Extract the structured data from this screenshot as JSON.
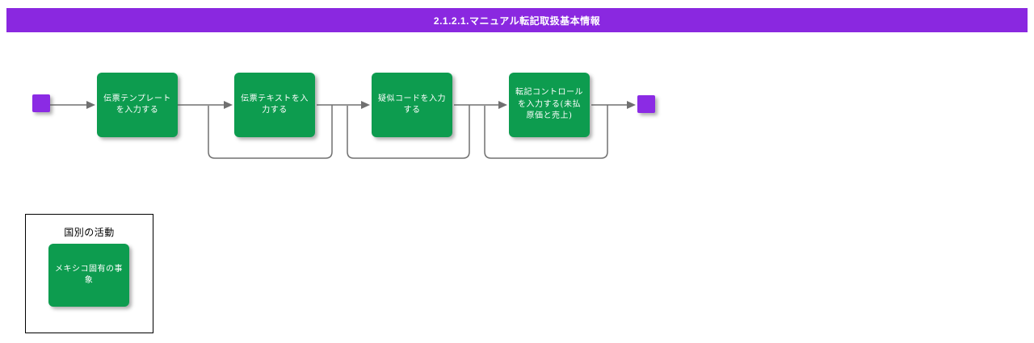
{
  "header": {
    "title": "2.1.2.1.マニュアル転記取扱基本情報"
  },
  "flow": {
    "nodes": [
      {
        "label": "伝票テンプレートを入力する"
      },
      {
        "label": "伝票テキストを入力する"
      },
      {
        "label": "疑似コードを入力する"
      },
      {
        "label": "転記コントロールを入力する(未払原価と売上)"
      }
    ],
    "start_event": "start",
    "end_event": "end",
    "loops": "nodes 2-4 have return loop connectors"
  },
  "lane": {
    "title": "国別の活動",
    "node": {
      "label": "メキシコ固有の事象"
    }
  },
  "colors": {
    "accent_purple": "#8a28e0",
    "event_purple": "#8b2be4",
    "activity_green": "#0d9c4f",
    "connector_gray": "#707070",
    "lane_border": "#000000",
    "background": "#ffffff"
  }
}
